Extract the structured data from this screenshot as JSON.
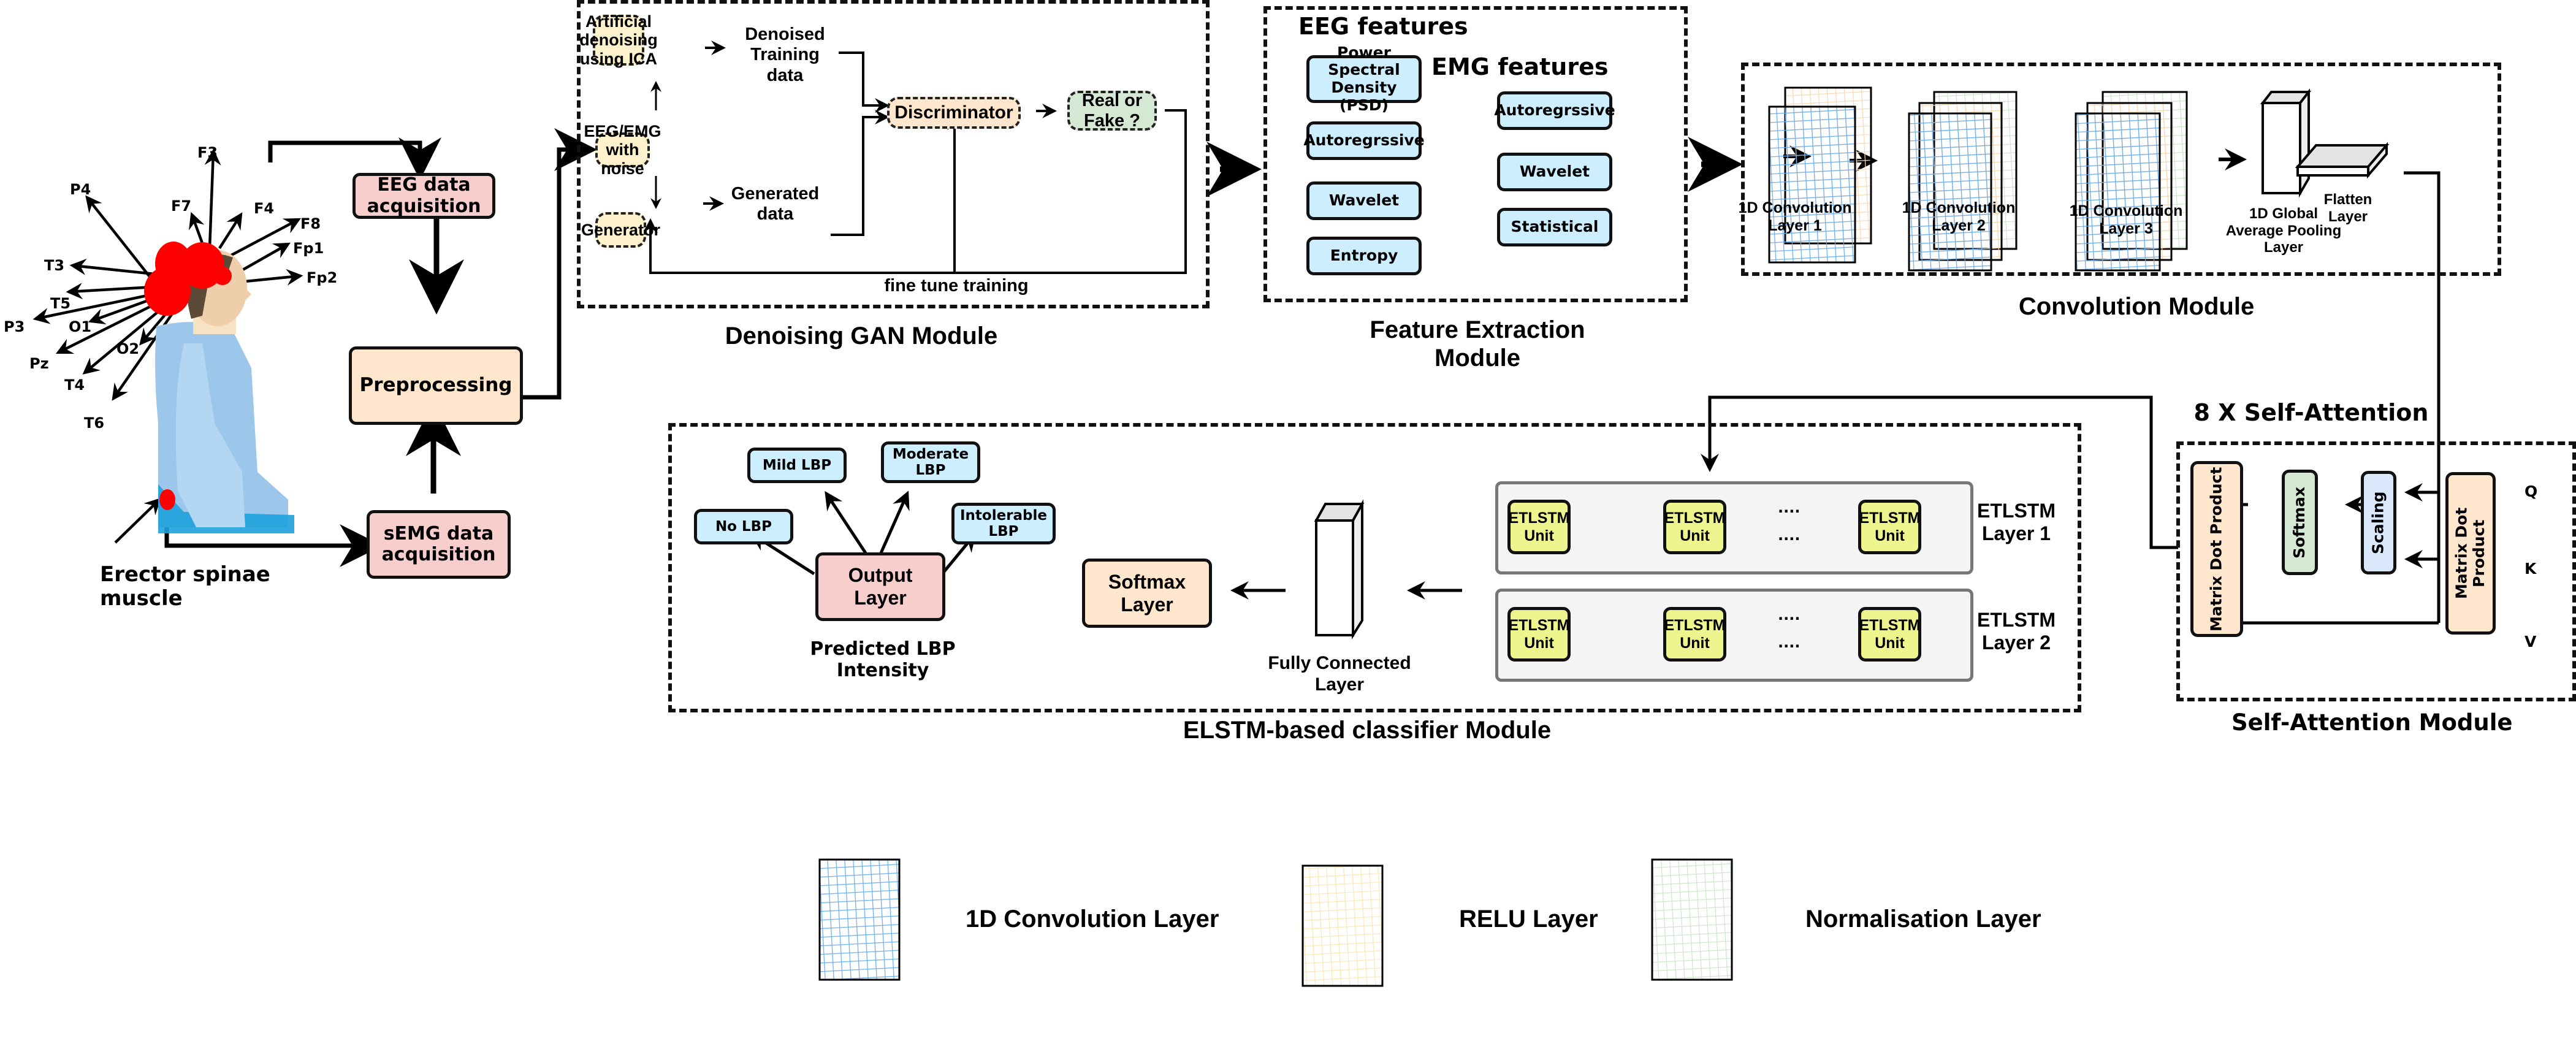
{
  "acquisition": {
    "electrodes": [
      "F3",
      "P4",
      "F7",
      "F4",
      "F8",
      "Fp1",
      "Fp2",
      "T3",
      "T5",
      "P3",
      "O1",
      "O2",
      "Pz",
      "T4",
      "T6"
    ],
    "muscle_label": "Erector spinae\nmuscle",
    "eeg_box": "EEG data\nacquisition",
    "preprocessing_box": "Preprocessing",
    "semg_box": "sEMG data\nacquisition"
  },
  "gan": {
    "title": "Denoising GAN Module",
    "artificial_denoising": "Artificial\ndenoising\nusing ICA",
    "noisy_input": "EEG/EMG\nwith noise",
    "generator": "Generator",
    "denoised_data": "Denoised\nTraining\ndata",
    "generated_data": "Generated\ndata",
    "discriminator": "Discriminator",
    "real_or_fake": "Real or\nFake ?",
    "fine_tune": "fine tune training"
  },
  "features": {
    "title": "Feature Extraction\nModule",
    "eeg_heading": "EEG features",
    "eeg_items": [
      "Power Spectral\nDensity (PSD)",
      "Autoregrssive",
      "Wavelet",
      "Entropy"
    ],
    "emg_heading": "EMG features",
    "emg_items": [
      "Autoregrssive",
      "Wavelet",
      "Statistical"
    ]
  },
  "convolution": {
    "title": "Convolution Module",
    "layers": [
      "1D Convolution\nLayer 1",
      "1D Convolution\nLayer 2",
      "1D Convolution\nLayer 3",
      "1D Global\nAverage Pooling\nLayer",
      "Flatten\nLayer"
    ]
  },
  "attention": {
    "heading": "8 X Self-Attention",
    "title": "Self-Attention Module",
    "matmul_out": "Matrix Dot Product",
    "softmax": "Softmax",
    "scaling": "Scaling",
    "matmul_in": "Matrix Dot Product",
    "inputs": [
      "Q",
      "K",
      "V"
    ]
  },
  "classifier": {
    "title": "ELSTM-based classifier Module",
    "unit_label": "ETLSTM\nUnit",
    "layer_labels": [
      "ETLSTM\nLayer 1",
      "ETLSTM\nLayer 2"
    ],
    "ellipsis": "....",
    "fully_connected": "Fully Connected\nLayer",
    "softmax_layer": "Softmax\nLayer",
    "output_layer": "Output\nLayer",
    "predicted_label": "Predicted LBP\nIntensity",
    "classes": [
      "No LBP",
      "Mild LBP",
      "Moderate\nLBP",
      "Intolerable\nLBP"
    ]
  },
  "legend": [
    {
      "label": "1D Convolution Layer",
      "color": "#6aaef0"
    },
    {
      "label": "RELU Layer",
      "color": "#fbe8b8"
    },
    {
      "label": "Normalisation Layer",
      "color": "#cfe6cc"
    }
  ]
}
